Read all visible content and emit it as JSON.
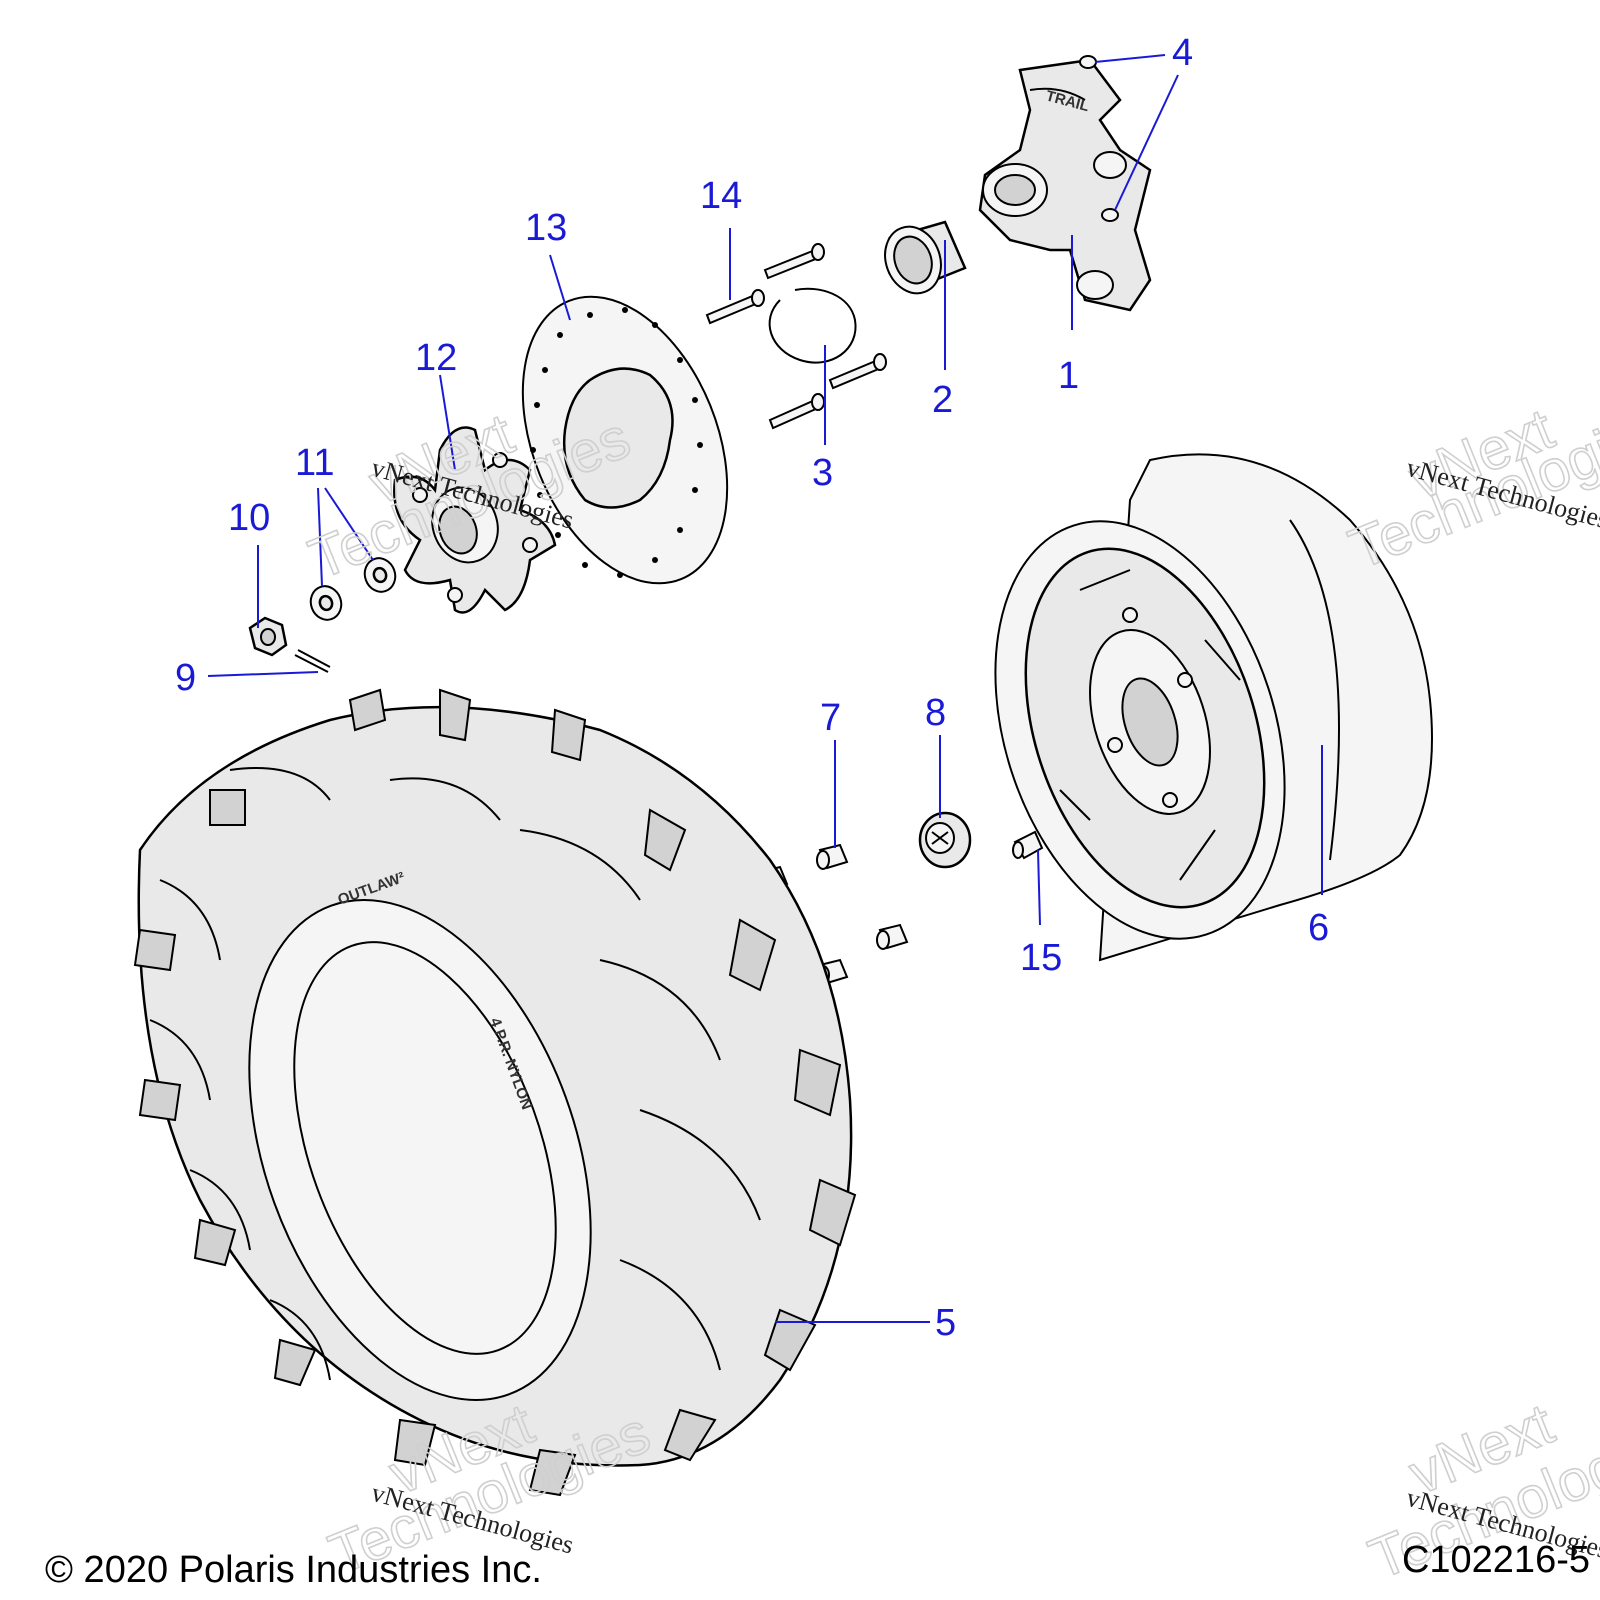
{
  "callouts": [
    "1",
    "2",
    "3",
    "4",
    "5",
    "6",
    "7",
    "8",
    "9",
    "10",
    "11",
    "12",
    "13",
    "14",
    "15"
  ],
  "watermark": {
    "line1": "vNext Technologies",
    "word1": "vNext",
    "word2": "Technologies"
  },
  "tire_labels": {
    "brand": "OUTLAW²",
    "ply": "4 P.R. NYLON"
  },
  "footer": {
    "copyright": "© 2020 Polaris Industries Inc.",
    "figure_id": "C102216-5"
  },
  "colors": {
    "callout": "#1a1ad6",
    "outline": "#000000",
    "watermark": "#cfcfcf"
  }
}
